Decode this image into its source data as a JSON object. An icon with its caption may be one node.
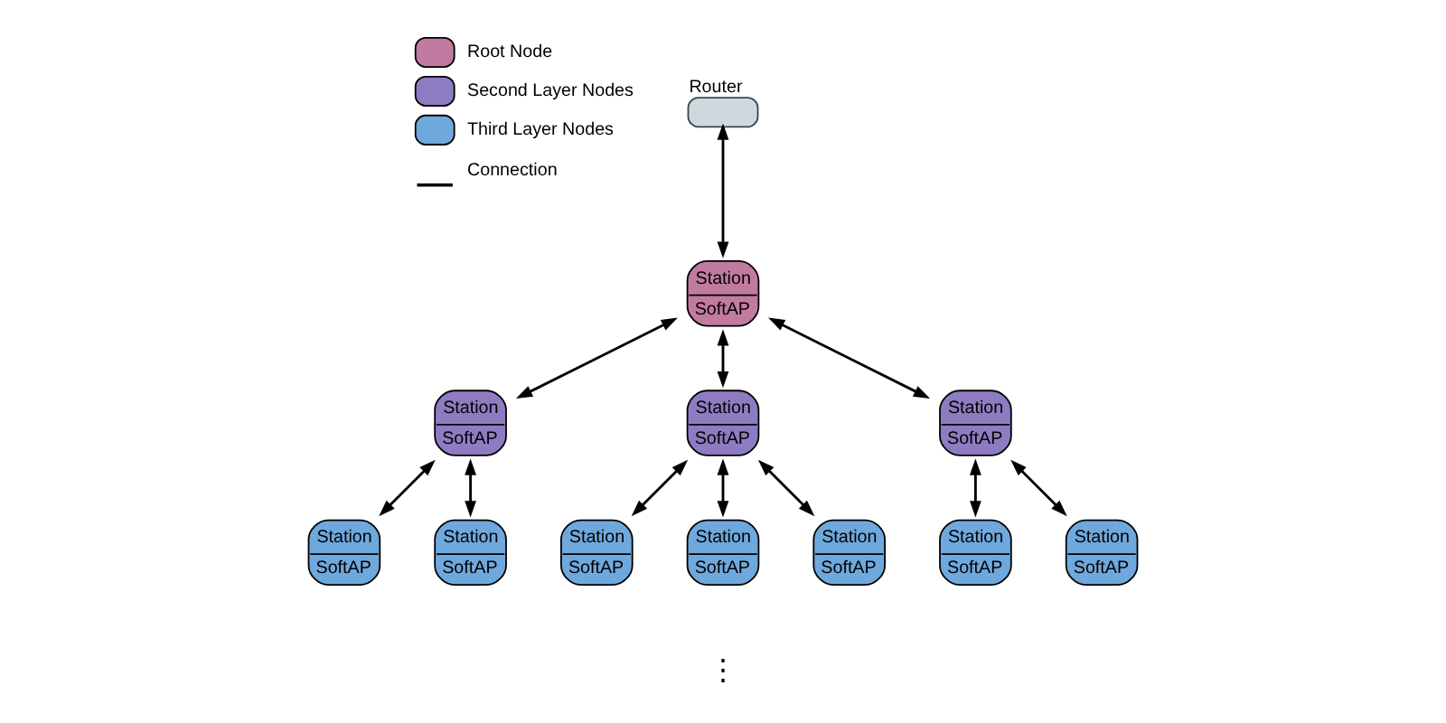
{
  "diagram": {
    "nodes": [
      {
        "text": [],
        "shape": "box",
        "beside": [
          "Router"
        ]
      },
      {
        "text": [
          "Station",
          "SoftAP"
        ]
      },
      {
        "text": [
          "Station",
          "SoftAP"
        ]
      },
      {
        "text": [
          "Station",
          "SoftAP"
        ]
      },
      {
        "text": [
          "Station",
          "SoftAP"
        ]
      },
      {
        "text": [
          "Station",
          "SoftAP"
        ]
      },
      {
        "text": [
          "Station",
          "SoftAP"
        ]
      },
      {
        "text": [
          "Station",
          "SoftAP"
        ]
      },
      {
        "text": [
          "Station",
          "SoftAP"
        ]
      },
      {
        "text": [
          "Station",
          "SoftAP"
        ]
      },
      {
        "text": [
          "Station",
          "SoftAP"
        ]
      },
      {
        "text": [
          "Station",
          "SoftAP"
        ]
      }
    ],
    "edges": [
      {
        "from": 0,
        "to": 1,
        "arrow": "both"
      },
      {
        "from": 1,
        "to": 2,
        "arrow": "both"
      },
      {
        "from": 1,
        "to": 3,
        "arrow": "both"
      },
      {
        "from": 1,
        "to": 4,
        "arrow": "both"
      },
      {
        "from": 2,
        "to": 5,
        "arrow": "both"
      },
      {
        "from": 2,
        "to": 6,
        "arrow": "both"
      },
      {
        "from": 3,
        "to": 7,
        "arrow": "both"
      },
      {
        "from": 3,
        "to": 8,
        "arrow": "both"
      },
      {
        "from": 3,
        "to": 9,
        "arrow": "both"
      },
      {
        "from": 4,
        "to": 10,
        "arrow": "both"
      },
      {
        "from": 4,
        "to": 11,
        "arrow": "both"
      }
    ],
    "labels": [
      "⋮"
    ],
    "legend": [
      {
        "text": "Root Node",
        "color": "#c27ba0"
      },
      {
        "text": "Second Layer Nodes",
        "color": "#8e7cc3"
      },
      {
        "text": "Third Layer Nodes",
        "color": "#6fa8dc"
      },
      {
        "text": "Connection"
      }
    ]
  }
}
